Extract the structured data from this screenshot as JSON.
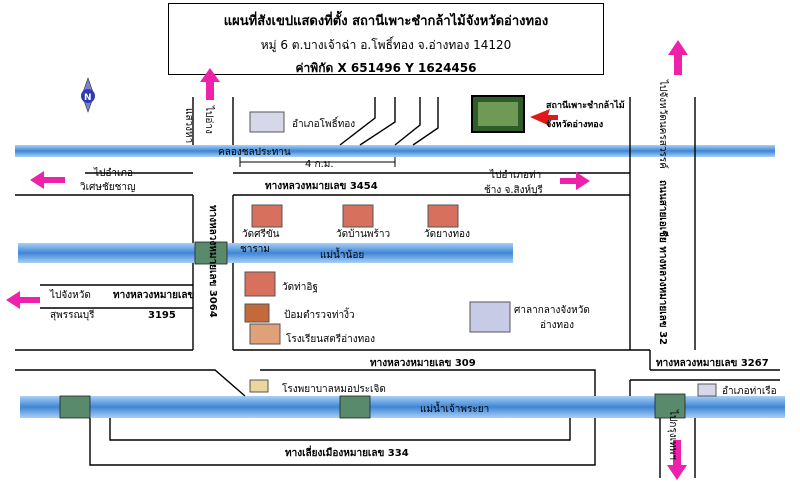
{
  "title": {
    "line1": "แผนที่สังเขปแสดงที่ตั้ง สถานีเพาะชำกล้าไม้จังหวัดอ่างทอง",
    "line2": "หมู่ 6 ต.บางเจ้าฉ่า อ.โพธิ์ทอง จ.อ่างทอง 14120",
    "line3": "ค่าพิกัด X 651496 Y 1624456"
  },
  "compass_letter": "N",
  "station_label": [
    "สถานีเพาะชำกล้าไม้",
    "จังหวัดอ่างทอง"
  ],
  "places": {
    "pho_thong_district": "อำเภอโพธิ์ทอง",
    "wat_si_khan": "วัดศรีขัน",
    "wat_ban_phrao": "วัดบ้านพร้าว",
    "wat_yang_thong": "วัดยางทอง",
    "aram": "ชาราม",
    "wat_tha_ithu": "วัดท่าอิฐ",
    "police_box": "ป้อมตำรวจท่างิ้ว",
    "school": "โรงเรียนสตรีอ่างทอง",
    "provincial_hall": [
      "ศาลากลางจังหวัด",
      "อ่างทอง"
    ],
    "hospital": "โรงพยาบาลหมอประเจิด",
    "pa_mok_district": "อำเภอท่าเรือ"
  },
  "water": {
    "canal": "คลองชลประทาน",
    "noi_river": "แม่น้ำน้อย",
    "chao_phraya": "แม่น้ำเจ้าพระยา"
  },
  "roads": {
    "r3454": "ทางหลวงหมายเลข 3454",
    "r3064": "ทางหลวงหมายเลข 3064",
    "r3195_a": "ทางหลวงหมายเลข",
    "r3195_b": "3195",
    "r309": "ทางหลวงหมายเลข 309",
    "r3267": "ทางหลวงหมายเลข 3267",
    "r334": "ทางเลี่ยงเมืองหมายเลข 334",
    "r32": "ถนนสายเอเชีย ทางหลวงหมายเลข 32",
    "distance": "4 ก.ม."
  },
  "directions": {
    "to_wiset_a": "ไปอำเภอ",
    "to_wiset_b": "วิเศษชัยชาญ",
    "to_tha_chang_a": "ไปอำเภอท่า",
    "to_tha_chang_b": "ช้าง จ.สิงห์บุรี",
    "to_suphan_a": "ไปจังหวัด",
    "to_suphan_b": "สุพรรณบุรี",
    "to_north_a": "ไปอ่าง",
    "to_north_b": "แสวงหา",
    "to_nakhon_sawan": "ไปจังหวัดนครสวรรค์",
    "to_bangkok": "ไปกรุงเทพฯ"
  },
  "colors": {
    "arrow": "#ee22aa",
    "river": "#6aa8e6",
    "road": "#000000",
    "pointer": "#e01818"
  }
}
